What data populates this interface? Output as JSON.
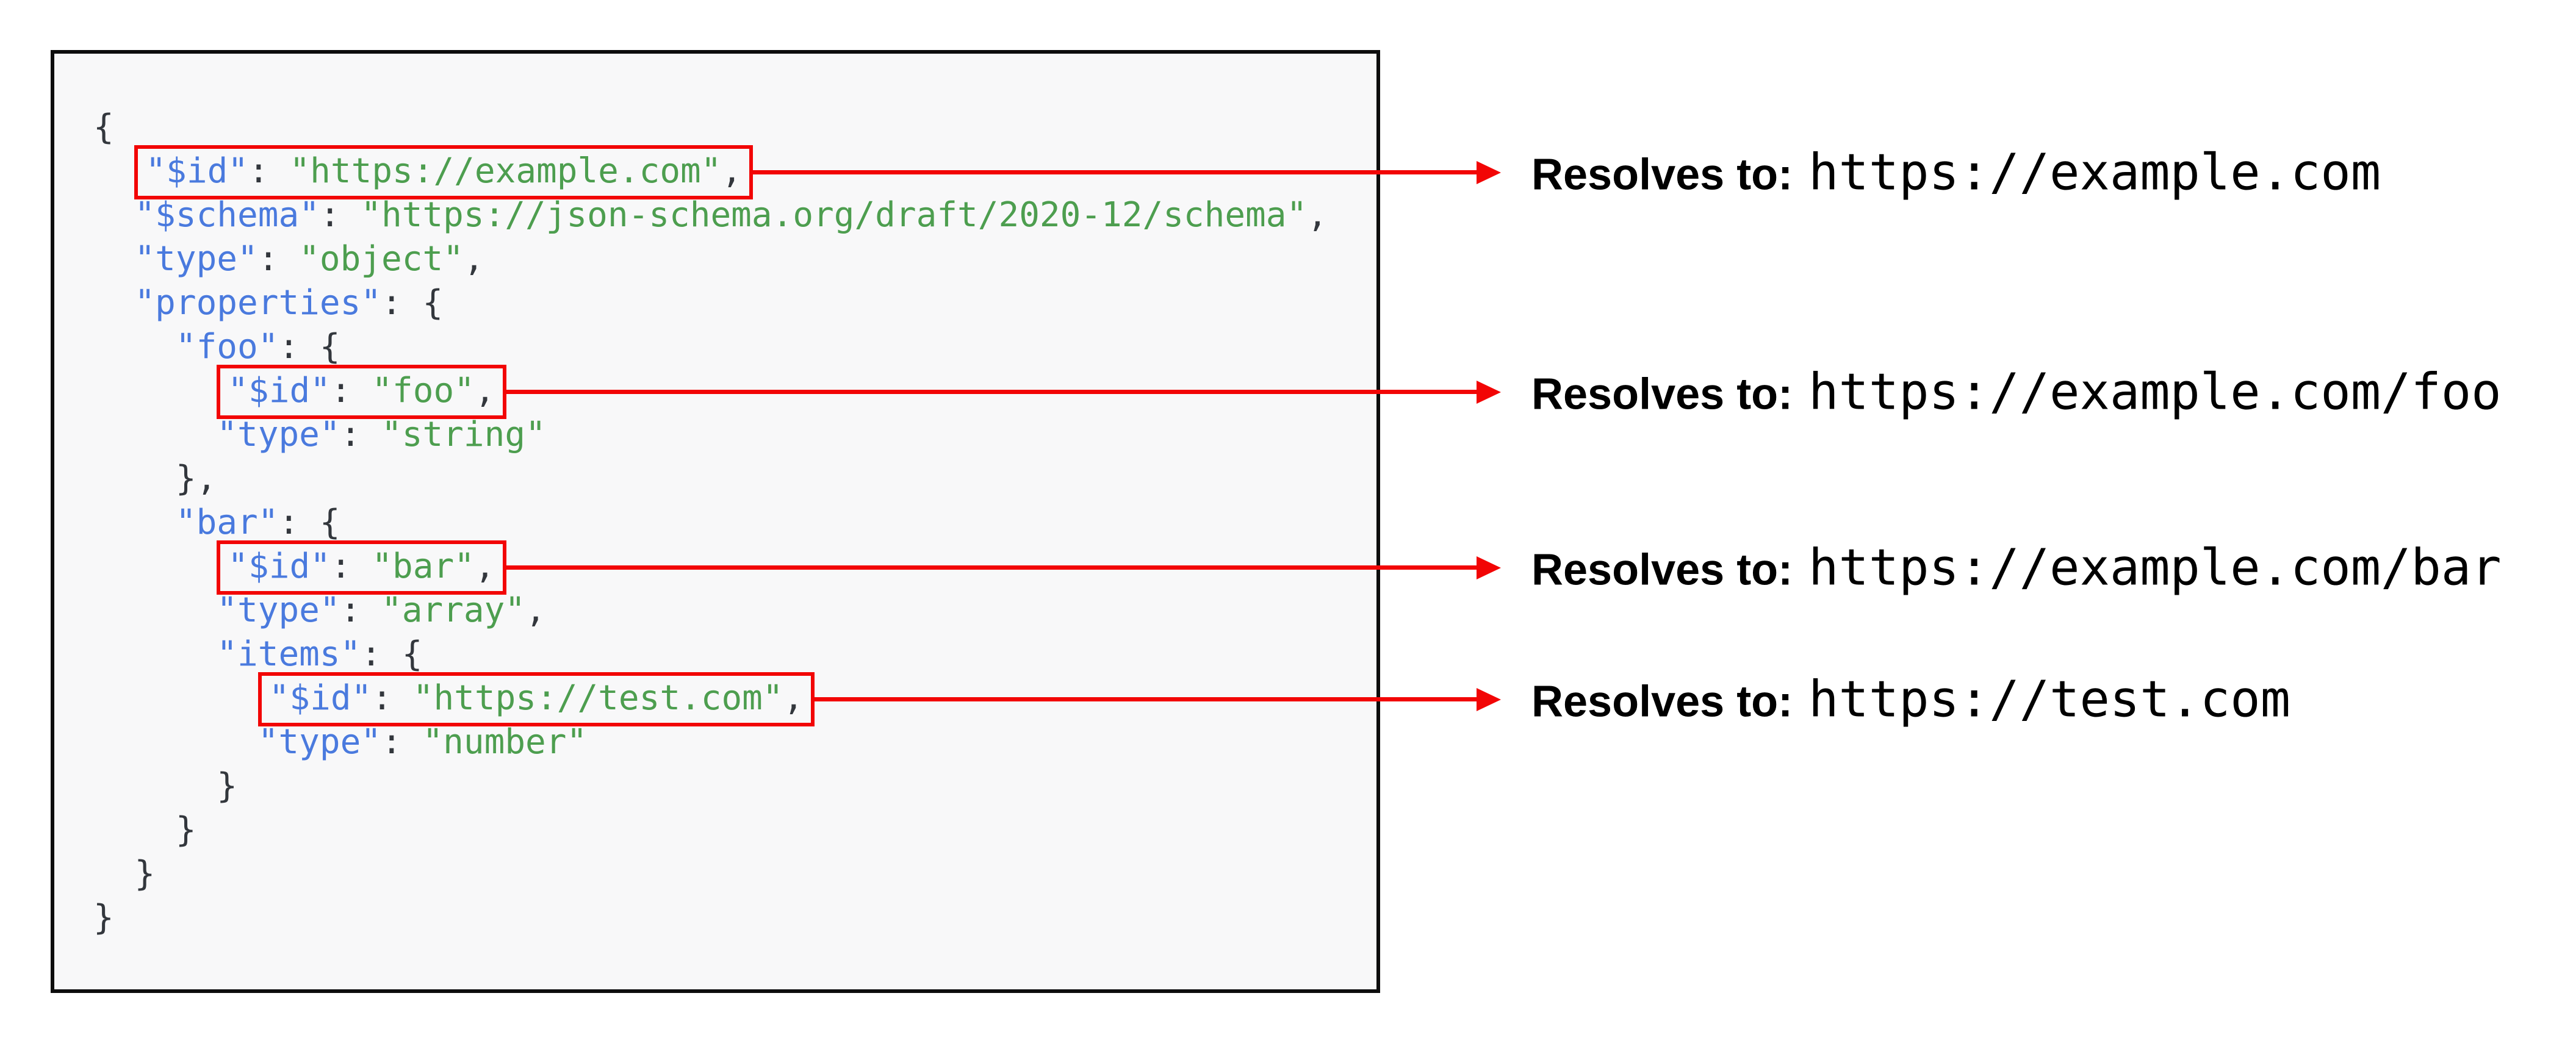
{
  "colors": {
    "red": "#f20505",
    "key_blue": "#4a7ade",
    "string_green": "#4d9e4f",
    "punctuation": "#33373d",
    "panel_background": "#f8f8f9",
    "panel_border": "#0d0d0d",
    "text": "#000000"
  },
  "code": {
    "lines": [
      [
        {
          "s": "p",
          "t": "{"
        }
      ],
      [
        {
          "s": "p",
          "t": "  "
        },
        {
          "box": [
            {
              "s": "k",
              "t": "\"$id\""
            },
            {
              "s": "p",
              "t": ": "
            },
            {
              "s": "g",
              "t": "\"https://example.com\""
            },
            {
              "s": "p",
              "t": ","
            }
          ]
        }
      ],
      [
        {
          "s": "p",
          "t": "  "
        },
        {
          "s": "k",
          "t": "\"$schema\""
        },
        {
          "s": "p",
          "t": ": "
        },
        {
          "s": "g",
          "t": "\"https://json-schema.org/draft/2020-12/schema\""
        },
        {
          "s": "p",
          "t": ","
        }
      ],
      [
        {
          "s": "p",
          "t": "  "
        },
        {
          "s": "k",
          "t": "\"type\""
        },
        {
          "s": "p",
          "t": ": "
        },
        {
          "s": "g",
          "t": "\"object\""
        },
        {
          "s": "p",
          "t": ","
        }
      ],
      [
        {
          "s": "p",
          "t": "  "
        },
        {
          "s": "k",
          "t": "\"properties\""
        },
        {
          "s": "p",
          "t": ": {"
        }
      ],
      [
        {
          "s": "p",
          "t": "    "
        },
        {
          "s": "k",
          "t": "\"foo\""
        },
        {
          "s": "p",
          "t": ": {"
        }
      ],
      [
        {
          "s": "p",
          "t": "      "
        },
        {
          "box": [
            {
              "s": "k",
              "t": "\"$id\""
            },
            {
              "s": "p",
              "t": ": "
            },
            {
              "s": "g",
              "t": "\"foo\""
            },
            {
              "s": "p",
              "t": ","
            }
          ]
        }
      ],
      [
        {
          "s": "p",
          "t": "      "
        },
        {
          "s": "k",
          "t": "\"type\""
        },
        {
          "s": "p",
          "t": ": "
        },
        {
          "s": "g",
          "t": "\"string\""
        }
      ],
      [
        {
          "s": "p",
          "t": "    "
        },
        {
          "s": "p",
          "t": "},"
        }
      ],
      [
        {
          "s": "p",
          "t": "    "
        },
        {
          "s": "k",
          "t": "\"bar\""
        },
        {
          "s": "p",
          "t": ": {"
        }
      ],
      [
        {
          "s": "p",
          "t": "      "
        },
        {
          "box": [
            {
              "s": "k",
              "t": "\"$id\""
            },
            {
              "s": "p",
              "t": ": "
            },
            {
              "s": "g",
              "t": "\"bar\""
            },
            {
              "s": "p",
              "t": ","
            }
          ]
        }
      ],
      [
        {
          "s": "p",
          "t": "      "
        },
        {
          "s": "k",
          "t": "\"type\""
        },
        {
          "s": "p",
          "t": ": "
        },
        {
          "s": "g",
          "t": "\"array\""
        },
        {
          "s": "p",
          "t": ","
        }
      ],
      [
        {
          "s": "p",
          "t": "      "
        },
        {
          "s": "k",
          "t": "\"items\""
        },
        {
          "s": "p",
          "t": ": {"
        }
      ],
      [
        {
          "s": "p",
          "t": "        "
        },
        {
          "box": [
            {
              "s": "k",
              "t": "\"$id\""
            },
            {
              "s": "p",
              "t": ": "
            },
            {
              "s": "g",
              "t": "\"https://test.com\""
            },
            {
              "s": "p",
              "t": ","
            }
          ]
        }
      ],
      [
        {
          "s": "p",
          "t": "        "
        },
        {
          "s": "k",
          "t": "\"type\""
        },
        {
          "s": "p",
          "t": ": "
        },
        {
          "s": "g",
          "t": "\"number\""
        }
      ],
      [
        {
          "s": "p",
          "t": "      "
        },
        {
          "s": "p",
          "t": "}"
        }
      ],
      [
        {
          "s": "p",
          "t": "    "
        },
        {
          "s": "p",
          "t": "}"
        }
      ],
      [
        {
          "s": "p",
          "t": "  "
        },
        {
          "s": "p",
          "t": "}"
        }
      ],
      [
        {
          "s": "p",
          "t": "}"
        }
      ]
    ]
  },
  "annotations": [
    {
      "label": "Resolves to:",
      "url": "https://example.com"
    },
    {
      "label": "Resolves to:",
      "url": "https://example.com/foo"
    },
    {
      "label": "Resolves to:",
      "url": "https://example.com/bar"
    },
    {
      "label": "Resolves to:",
      "url": "https://test.com"
    }
  ]
}
